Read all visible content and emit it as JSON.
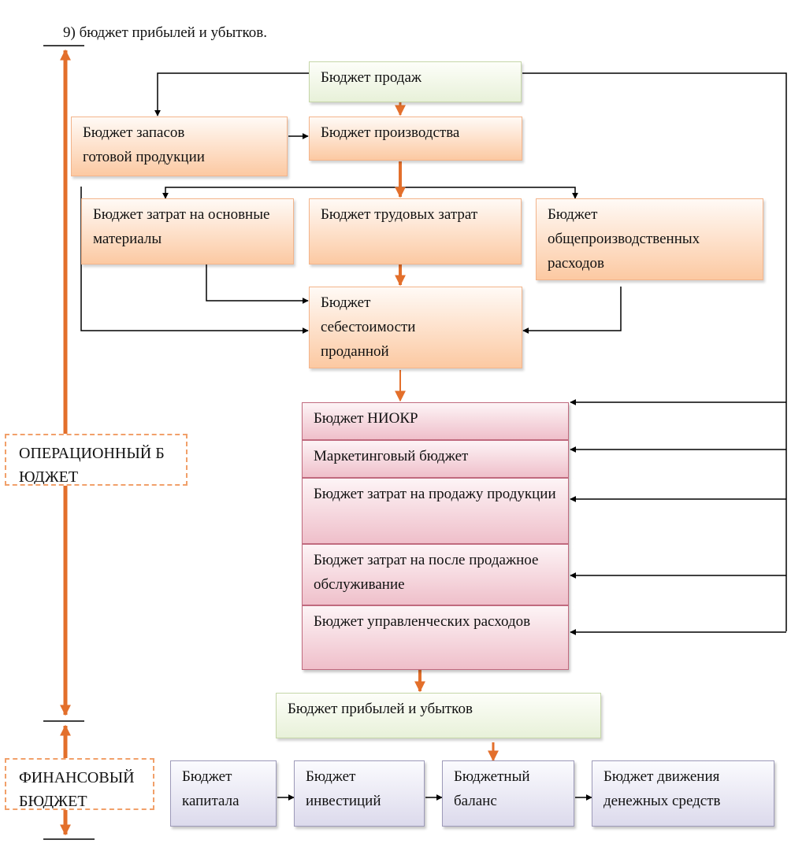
{
  "heading": "9) бюджет прибылей и убытков.",
  "boxes": {
    "sales": "Бюджет продаж",
    "finished_goods": "Бюджет запасов готовой продукции",
    "production": "Бюджет производства",
    "materials": "Бюджет затрат на основные материалы",
    "labor": "Бюджет трудовых затрат",
    "overhead": "Бюджет общепроизводственных расходов",
    "cogs": "Бюджет себестоимости проданной",
    "rnd": "Бюджет НИОКР",
    "marketing": "Маркетинговый бюджет",
    "selling": "Бюджет затрат на продажу продукции",
    "after_sales": "Бюджет затрат на после продажное обслуживание",
    "admin": "Бюджет управленческих расходов",
    "profit_loss": "Бюджет прибылей и убытков",
    "capital": "Бюджет капитала",
    "investment": "Бюджет инвестиций",
    "balance": "Бюджетный баланс",
    "cash_flow": "Бюджет движения денежных средств"
  },
  "sections": {
    "operational": "ОПЕРАЦИОННЫЙ БЮДЖЕТ",
    "financial": "ФИНАНСОВЫЙ БЮДЖЕТ"
  },
  "colors": {
    "orange_arrow": "#e36f2b",
    "black_arrow": "#000000",
    "green_fill": "#e8f1d9",
    "orange_fill": "#fcc9a2",
    "pink_fill": "#efbfca",
    "lilac_fill": "#dcdaec",
    "dashed_border": "#f1a06a"
  }
}
